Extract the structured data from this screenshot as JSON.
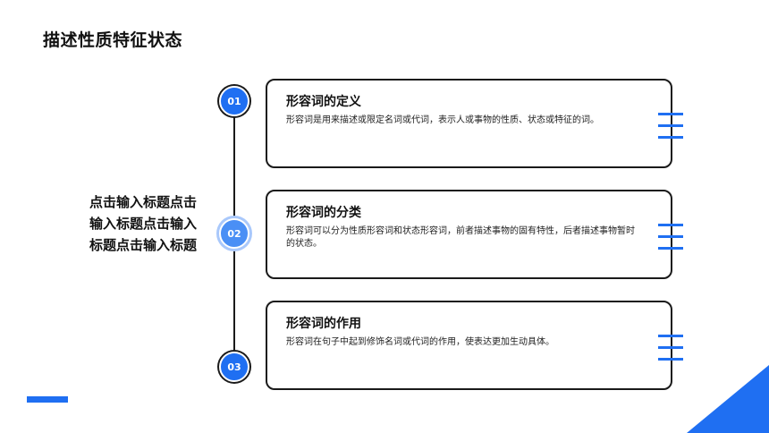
{
  "slide": {
    "title": "描述性质特征状态",
    "side_text": "点击输入标题点击输入标题点击输入标题点击输入标题"
  },
  "steps": [
    {
      "number": "01",
      "title": "形容词的定义",
      "description": "形容词是用来描述或限定名词或代词，表示人或事物的性质、状态或特征的词。"
    },
    {
      "number": "02",
      "title": "形容词的分类",
      "description": "形容词可以分为性质形容词和状态形容词，前者描述事物的固有特性，后者描述事物暂时的状态。"
    },
    {
      "number": "03",
      "title": "形容词的作用",
      "description": "形容词在句子中起到修饰名词或代词的作用，使表达更加生动具体。"
    }
  ],
  "colors": {
    "accent": "#1f6ff2",
    "accent_light": "#4a8ff5",
    "outline": "#1a1a1a"
  }
}
